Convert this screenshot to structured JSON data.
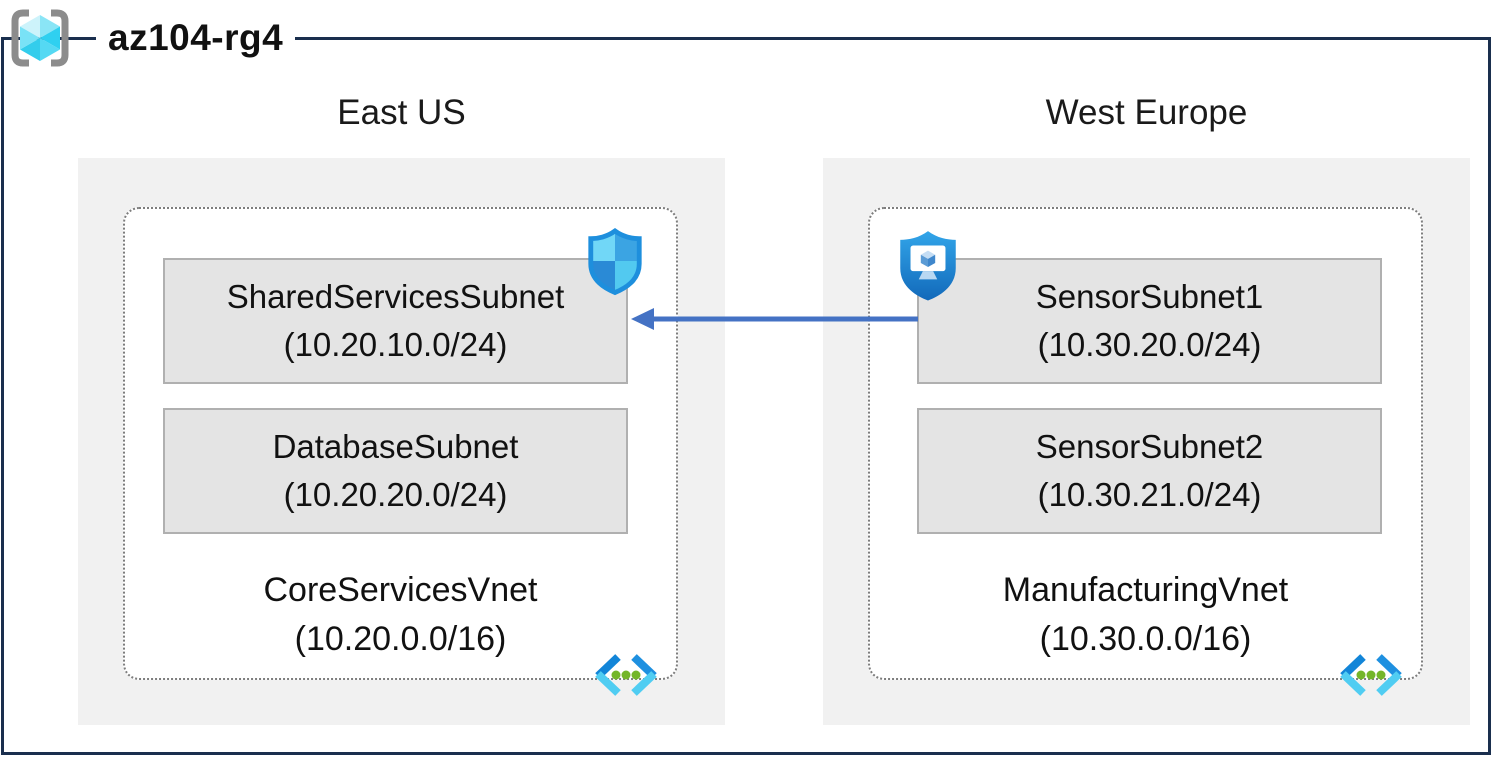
{
  "title": "az104-rg4",
  "regions": [
    {
      "name": "East US",
      "vnet": {
        "name": "CoreServicesVnet",
        "cidr": "(10.20.0.0/16)"
      },
      "subnets": [
        {
          "name": "SharedServicesSubnet",
          "cidr": "(10.20.10.0/24)"
        },
        {
          "name": "DatabaseSubnet",
          "cidr": "(10.20.20.0/24)"
        }
      ]
    },
    {
      "name": "West Europe",
      "vnet": {
        "name": "ManufacturingVnet",
        "cidr": "(10.30.0.0/16)"
      },
      "subnets": [
        {
          "name": "SensorSubnet1",
          "cidr": "(10.30.20.0/24)"
        },
        {
          "name": "SensorSubnet2",
          "cidr": "(10.30.21.0/24)"
        }
      ]
    }
  ],
  "icons": {
    "resource_group": "resource-group-icon (cube in gray brackets)",
    "nsg": "network-security-group-shield-icon",
    "asg": "application-security-group-shield-icon (shield with monitor)",
    "vnet": "virtual-network-icon (chevrons with green dots)"
  },
  "colors": {
    "outer_border": "#1a2f4e",
    "arrow": "#4472c4",
    "region_fill": "#f1f1f1",
    "subnet_fill": "#e4e4e4",
    "subnet_border": "#b0b0b0",
    "vnet_dotted_border": "#7d7d7d",
    "cube_cyan": "#45d5f2",
    "vnet_green_dot": "#74b629"
  }
}
